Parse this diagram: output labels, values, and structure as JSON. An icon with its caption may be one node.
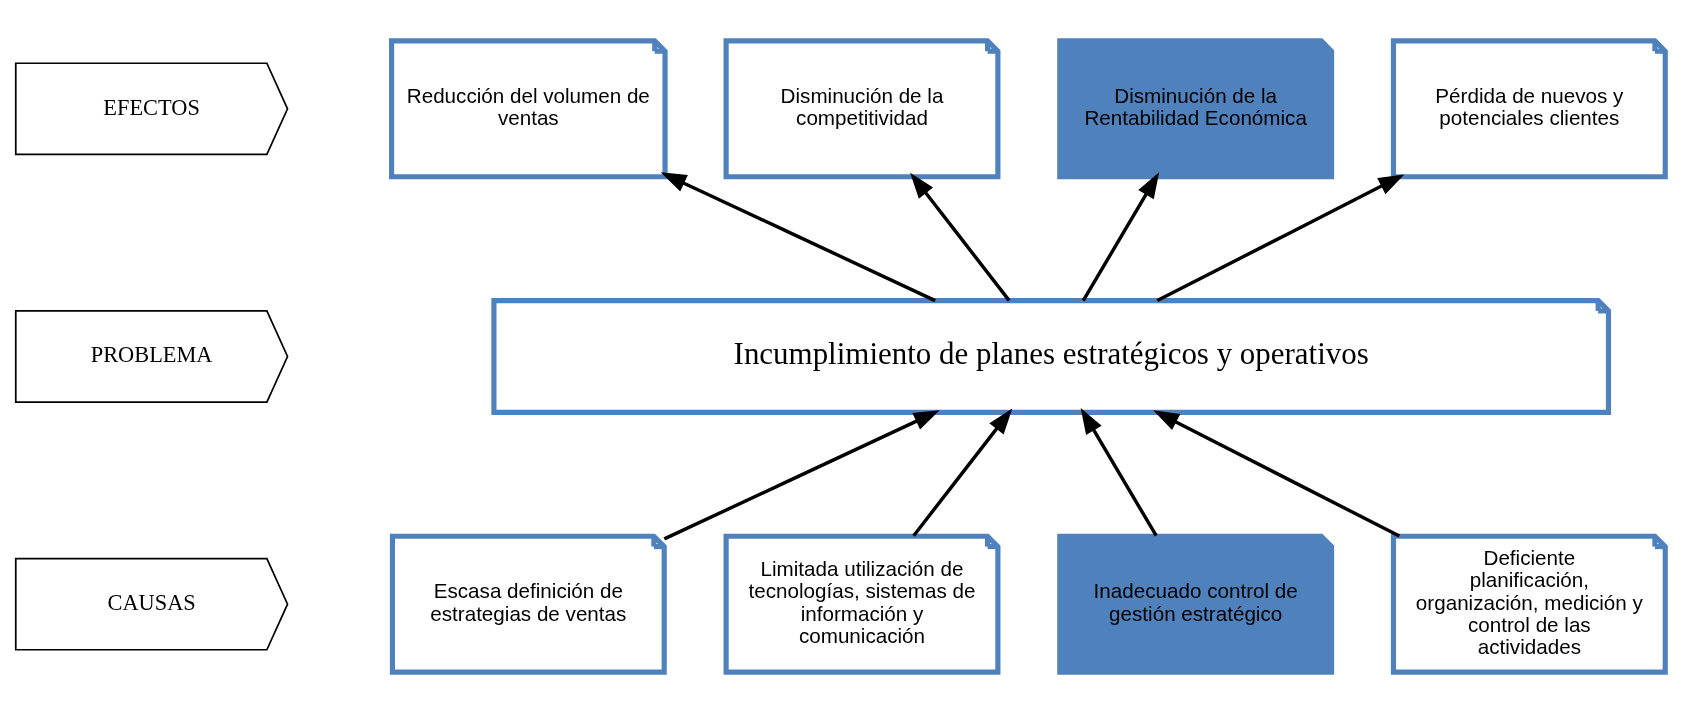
{
  "diagram": {
    "nodes": [
      {
        "text": [
          "EFECTOS"
        ]
      },
      {
        "text": [
          "PROBLEMA"
        ]
      },
      {
        "text": [
          "CAUSAS"
        ]
      },
      {
        "text": [
          "Reducción del volumen de ventas"
        ]
      },
      {
        "text": [
          "Disminución de la competitividad"
        ]
      },
      {
        "text": [
          "Disminución de la Rentabilidad Económica"
        ]
      },
      {
        "text": [
          "Pérdida de nuevos y potenciales clientes"
        ]
      },
      {
        "text": [
          "Incumplimiento de planes estratégicos y operativos"
        ]
      },
      {
        "text": [
          "Escasa definición de estrategias de ventas"
        ]
      },
      {
        "text": [
          "Limitada utilización de tecnologías, sistemas de información y comunicación"
        ]
      },
      {
        "text": [
          "Inadecuado control de gestión estratégico"
        ]
      },
      {
        "text": [
          "Deficiente planificación, organización, medición y control de las actividades"
        ]
      }
    ],
    "edges": [
      {
        "from": 7,
        "to": 3,
        "arrow": "to"
      },
      {
        "from": 7,
        "to": 4,
        "arrow": "to"
      },
      {
        "from": 7,
        "to": 5,
        "arrow": "to"
      },
      {
        "from": 7,
        "to": 6,
        "arrow": "to"
      },
      {
        "from": 8,
        "to": 7,
        "arrow": "to"
      },
      {
        "from": 9,
        "to": 7,
        "arrow": "to"
      },
      {
        "from": 10,
        "to": 7,
        "arrow": "to"
      },
      {
        "from": 11,
        "to": 7,
        "arrow": "to"
      }
    ]
  }
}
